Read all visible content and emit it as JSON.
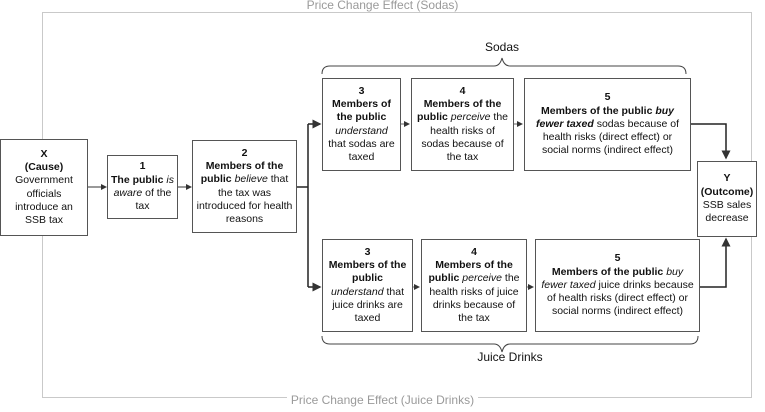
{
  "title_top": "Price Change Effect (Sodas)",
  "title_bottom": "Price Change Effect (Juice Drinks)",
  "group_sodas": "Sodas",
  "group_juice": "Juice Drinks",
  "cause": {
    "letter": "X",
    "label": "(Cause)",
    "text": "Government officials introduce an SSB tax"
  },
  "outcome": {
    "letter": "Y",
    "label": "(Outcome)",
    "text": "SSB sales decrease"
  },
  "step1": {
    "num": "1",
    "bold": "The public",
    "ital": "is aware",
    "rest": "of the tax"
  },
  "step2": {
    "num": "2",
    "bold": "Members of the public",
    "ital": "believe",
    "rest": "that the tax was introduced for health reasons"
  },
  "sodas": {
    "s3": {
      "num": "3",
      "bold": "Members of the public",
      "ital": "understand",
      "rest": "that sodas are taxed"
    },
    "s4": {
      "num": "4",
      "bold": "Members of the public",
      "ital": "perceive",
      "rest": "the health risks of sodas because of the tax"
    },
    "s5": {
      "num": "5",
      "bold": "Members of the public",
      "ital": "buy fewer taxed",
      "rest": "sodas because of health risks (direct effect) or social norms (indirect effect)"
    }
  },
  "juice": {
    "s3": {
      "num": "3",
      "bold": "Members of the public",
      "ital": "understand",
      "rest": "that juice drinks are taxed"
    },
    "s4": {
      "num": "4",
      "bold": "Members of the public",
      "ital": "perceive",
      "rest": "the health risks of juice drinks because of the tax"
    },
    "s5": {
      "num": "5",
      "bold": "Members of the public",
      "ital": "buy fewer taxed",
      "rest": "juice drinks because of health risks (direct effect) or social norms (indirect effect)"
    }
  }
}
